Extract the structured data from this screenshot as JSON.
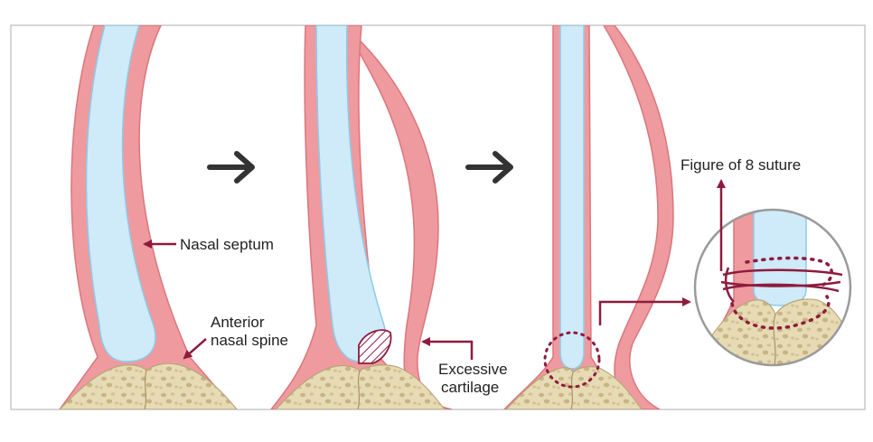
{
  "labels": {
    "nasal_septum": "Nasal septum",
    "anterior_line1": "Anterior",
    "anterior_line2": "nasal spine",
    "excessive_line1": "Excessive",
    "excessive_line2": "cartilage",
    "figure8": "Figure of 8 suture"
  },
  "icons": {
    "step_arrow_1": "right-arrow-icon",
    "step_arrow_2": "right-arrow-icon"
  },
  "colors": {
    "mucosa": "#ef9a9e",
    "mucosa_stroke": "#d9777d",
    "cartilage": "#cfeaf8",
    "cartilage_stroke": "#8ccbe9",
    "bone": "#e6dbb4",
    "bone_spots": "#c9b483",
    "suture": "#8e1b3e",
    "frame": "#c8c8c8"
  }
}
